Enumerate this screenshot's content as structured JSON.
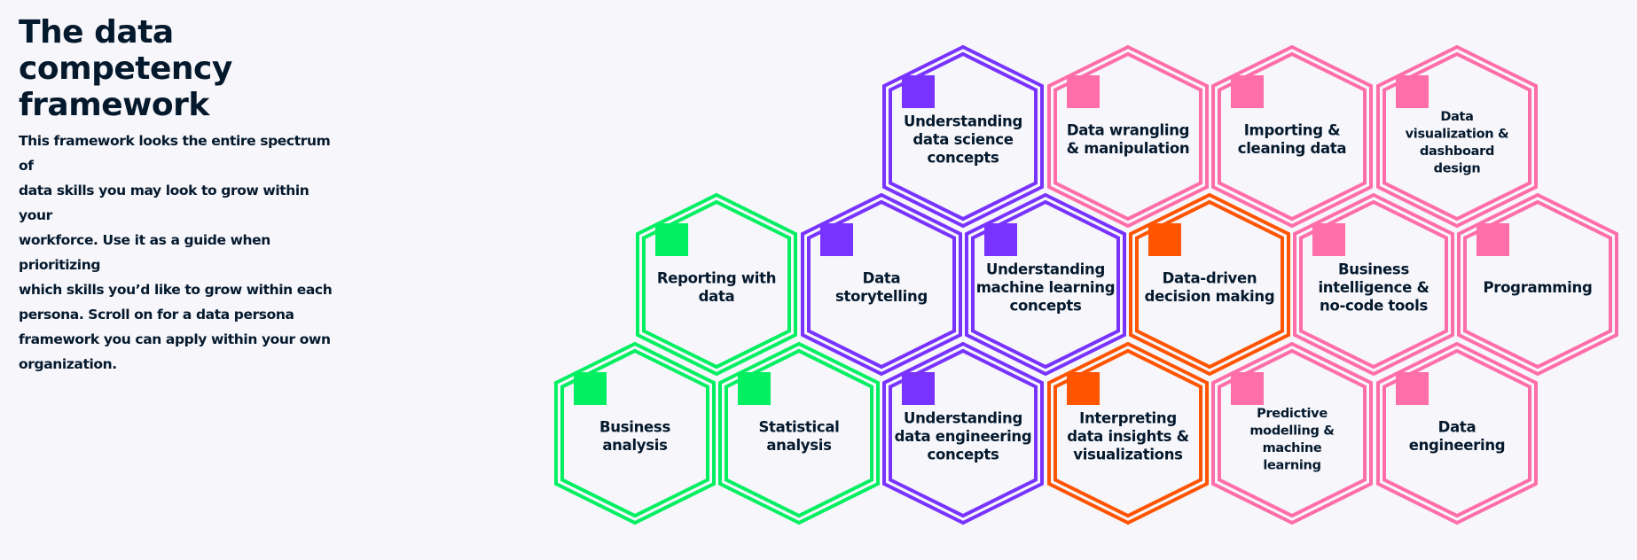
{
  "page": {
    "title": "The data competency\nframework",
    "intro": "This framework looks the entire spectrum of\ndata skills you may look to grow within your\nworkforce. Use it as a guide when prioritizing\nwhich skills you’d like to grow within each\npersona. Scroll on for a data persona\nframework you can apply within your own\norganization."
  },
  "colors": {
    "green": "#03ef62",
    "purple": "#7933ff",
    "orange": "#ff5400",
    "pink": "#ff6ea9",
    "text": "#05192d",
    "background": "#f6f6fb"
  },
  "hexagons": [
    {
      "id": "understanding-data-science",
      "color": "purple",
      "lines": [
        "Understanding",
        "data science",
        "concepts"
      ]
    },
    {
      "id": "data-wrangling",
      "color": "pink",
      "lines": [
        "Data wrangling",
        "& manipulation"
      ]
    },
    {
      "id": "importing-cleaning",
      "color": "pink",
      "lines": [
        "Importing &",
        "cleaning data"
      ]
    },
    {
      "id": "data-visualization",
      "color": "pink",
      "lines": [
        "Data",
        "visualization &",
        "dashboard",
        "design"
      ]
    },
    {
      "id": "reporting-with-data",
      "color": "green",
      "lines": [
        "Reporting with",
        "data"
      ]
    },
    {
      "id": "data-storytelling",
      "color": "purple",
      "lines": [
        "Data",
        "storytelling"
      ]
    },
    {
      "id": "understanding-ml",
      "color": "purple",
      "lines": [
        "Understanding",
        "machine learning",
        "concepts"
      ]
    },
    {
      "id": "data-driven-decisions",
      "color": "orange",
      "lines": [
        "Data-driven",
        "decision making"
      ]
    },
    {
      "id": "business-intelligence",
      "color": "pink",
      "lines": [
        "Business",
        "intelligence &",
        "no-code tools"
      ]
    },
    {
      "id": "programming",
      "color": "pink",
      "lines": [
        "Programming"
      ]
    },
    {
      "id": "business-analysis",
      "color": "green",
      "lines": [
        "Business",
        "analysis"
      ]
    },
    {
      "id": "statistical-analysis",
      "color": "green",
      "lines": [
        "Statistical",
        "analysis"
      ]
    },
    {
      "id": "understanding-data-engineering",
      "color": "purple",
      "lines": [
        "Understanding",
        "data engineering",
        "concepts"
      ]
    },
    {
      "id": "interpreting-insights",
      "color": "orange",
      "lines": [
        "Interpreting",
        "data insights &",
        "visualizations"
      ]
    },
    {
      "id": "predictive-modelling",
      "color": "pink",
      "lines": [
        "Predictive",
        "modelling &",
        "machine",
        "learning"
      ]
    },
    {
      "id": "data-engineering",
      "color": "pink",
      "lines": [
        "Data",
        "engineering"
      ]
    }
  ]
}
